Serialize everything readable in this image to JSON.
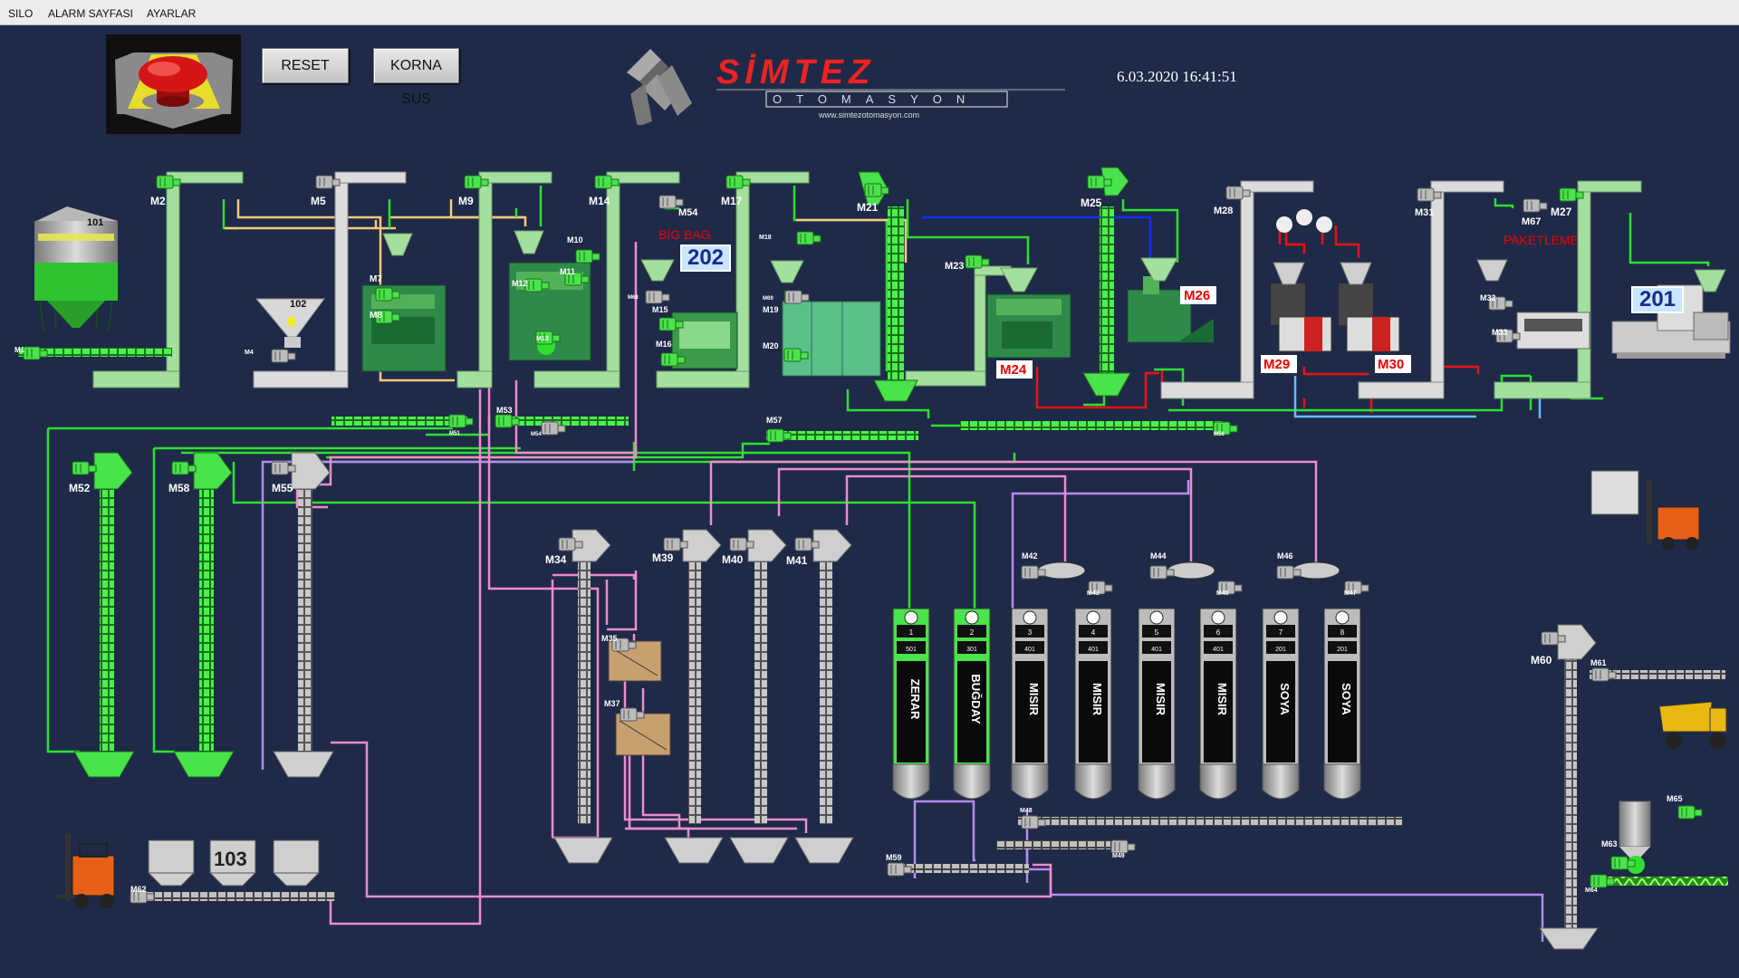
{
  "menu": {
    "items": [
      "SILO",
      "ALARM SAYFASI",
      "AYARLAR"
    ]
  },
  "toolbar": {
    "reset_label": "RESET",
    "horn_label": "KORNA SUS"
  },
  "logo": {
    "brand": "SİMTEZ",
    "sub": "OTOMASYON",
    "url": "www.simtezotomasyon.com"
  },
  "datetime": "6.03.2020 16:41:51",
  "colors": {
    "background": "#1f2a48",
    "active": "#49e34b",
    "passive": "#bcbcbc",
    "line_green": "#2ee02e",
    "line_pink": "#f08ccc",
    "line_lilac": "#b48cf0",
    "line_red": "#ee1111",
    "line_blue": "#1030ff",
    "line_orange": "#f7c87d"
  },
  "labels": {
    "big_bag": "BİG BAG",
    "paketleme": "PAKETLEME",
    "silo_101": "101",
    "silo_102": "102",
    "bin_103": "103",
    "num_202": "202",
    "num_201": "201",
    "red_m26": "M26",
    "red_m24": "M24",
    "red_m29": "M29",
    "red_m30": "M30"
  },
  "motors": {
    "M1": "M1",
    "M2": "M2",
    "M4": "M4",
    "M5": "M5",
    "M7": "M7",
    "M8": "M8",
    "M9": "M9",
    "M10": "M10",
    "M11": "M11",
    "M12": "M12",
    "M13": "M13",
    "M14": "M14",
    "M15": "M15",
    "M16": "M16",
    "M17": "M17",
    "M18": "M18",
    "M19": "M19",
    "M20": "M20",
    "M21": "M21",
    "M23": "M23",
    "M25": "M25",
    "M27": "M27",
    "M28": "M28",
    "M31": "M31",
    "M32": "M32",
    "M33": "M33",
    "M34": "M34",
    "M35": "M35",
    "M37": "M37",
    "M39": "M39",
    "M40": "M40",
    "M41": "M41",
    "M42": "M42",
    "M43": "M43",
    "M44": "M44",
    "M45": "M45",
    "M46": "M46",
    "M47": "M47",
    "M48": "M48",
    "M49": "M49",
    "M51": "M51",
    "M52": "M52",
    "M53": "M53",
    "M54": "M54",
    "M54b": "M54",
    "M55": "M55",
    "M56": "M56",
    "M57": "M57",
    "M58": "M58",
    "M59": "M59",
    "M60": "M60",
    "M61": "M61",
    "M62": "M62",
    "M63": "M63",
    "M64": "M64",
    "M65": "M65",
    "M67": "M67",
    "M68": "M68",
    "M69": "M69"
  },
  "silos": [
    {
      "num": "1",
      "code": "501",
      "name": "ZERAR",
      "color": "#49e34b"
    },
    {
      "num": "2",
      "code": "301",
      "name": "BUĞDAY",
      "color": "#49e34b"
    },
    {
      "num": "3",
      "code": "401",
      "name": "MISIR",
      "color": "#bcbcbc"
    },
    {
      "num": "4",
      "code": "401",
      "name": "MISIR",
      "color": "#bcbcbc"
    },
    {
      "num": "5",
      "code": "401",
      "name": "MISIR",
      "color": "#bcbcbc"
    },
    {
      "num": "6",
      "code": "401",
      "name": "MISIR",
      "color": "#bcbcbc"
    },
    {
      "num": "7",
      "code": "201",
      "name": "SOYA",
      "color": "#bcbcbc"
    },
    {
      "num": "8",
      "code": "201",
      "name": "SOYA",
      "color": "#bcbcbc"
    }
  ]
}
